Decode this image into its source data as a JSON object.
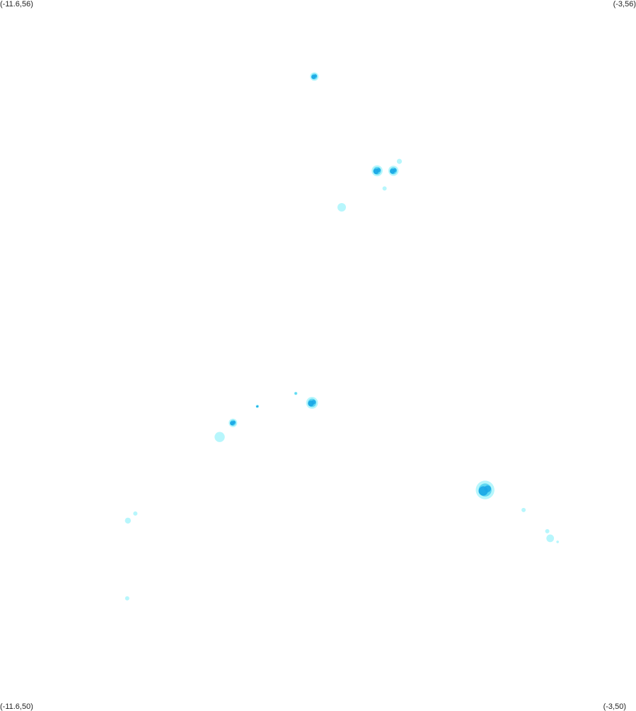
{
  "map": {
    "corners": {
      "top_left": "(-11.6,56)",
      "top_right": "(-3,56)",
      "bottom_left": "(-11.6,50)",
      "bottom_right": "(-3,50)"
    },
    "bounds": {
      "lon_min": -11.6,
      "lon_max": -3,
      "lat_min": 50,
      "lat_max": 56
    },
    "colors": {
      "background": "#ffffff",
      "light": "#9ff3fb",
      "medium": "#4fd2f0",
      "dark": "#1aa7e6"
    },
    "clusters": [
      {
        "lon": -7.35,
        "lat": 55.35,
        "size": 1.0,
        "intensity": "dark"
      },
      {
        "lon": -6.5,
        "lat": 54.55,
        "size": 1.3,
        "intensity": "dark"
      },
      {
        "lon": -6.28,
        "lat": 54.55,
        "size": 1.2,
        "intensity": "dark"
      },
      {
        "lon": -6.2,
        "lat": 54.63,
        "size": 0.6,
        "intensity": "light"
      },
      {
        "lon": -6.4,
        "lat": 54.4,
        "size": 0.5,
        "intensity": "light"
      },
      {
        "lon": -6.98,
        "lat": 54.24,
        "size": 1.0,
        "intensity": "light"
      },
      {
        "lon": -7.6,
        "lat": 52.66,
        "size": 0.4,
        "intensity": "medium"
      },
      {
        "lon": -7.38,
        "lat": 52.58,
        "size": 1.4,
        "intensity": "dark"
      },
      {
        "lon": -8.12,
        "lat": 52.55,
        "size": 0.4,
        "intensity": "dark"
      },
      {
        "lon": -8.45,
        "lat": 52.41,
        "size": 1.0,
        "intensity": "dark"
      },
      {
        "lon": -8.63,
        "lat": 52.29,
        "size": 1.2,
        "intensity": "light"
      },
      {
        "lon": -5.04,
        "lat": 51.84,
        "size": 2.2,
        "intensity": "dark"
      },
      {
        "lon": -4.52,
        "lat": 51.67,
        "size": 0.5,
        "intensity": "light"
      },
      {
        "lon": -4.2,
        "lat": 51.49,
        "size": 0.5,
        "intensity": "light"
      },
      {
        "lon": -4.16,
        "lat": 51.43,
        "size": 0.9,
        "intensity": "light"
      },
      {
        "lon": -4.06,
        "lat": 51.4,
        "size": 0.3,
        "intensity": "light"
      },
      {
        "lon": -9.87,
        "lat": 51.58,
        "size": 0.7,
        "intensity": "light"
      },
      {
        "lon": -9.77,
        "lat": 51.64,
        "size": 0.5,
        "intensity": "light"
      },
      {
        "lon": -9.88,
        "lat": 50.92,
        "size": 0.5,
        "intensity": "light"
      }
    ]
  }
}
